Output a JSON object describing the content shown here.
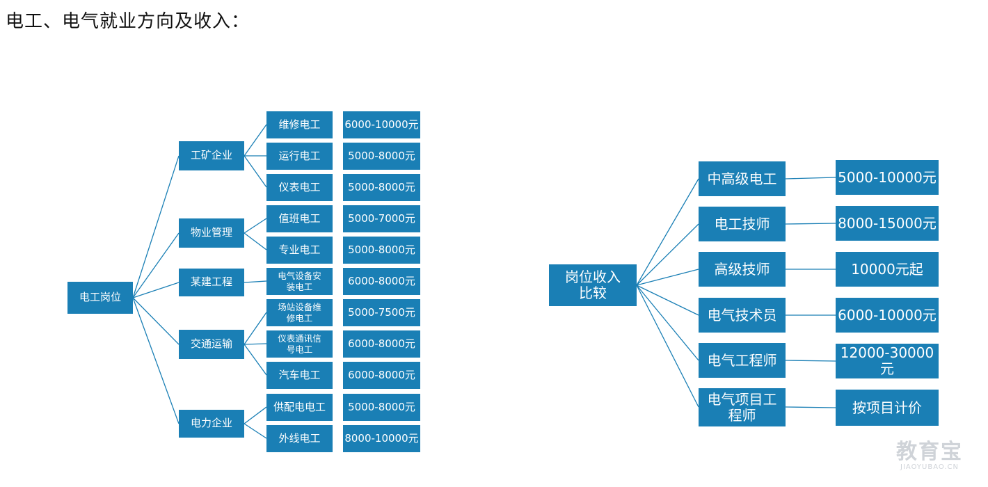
{
  "heading": "电工、电气就业方向及收入：",
  "left": {
    "root": "电工岗位",
    "l1": [
      "工矿企业",
      "物业管理",
      "某建工程",
      "交通运输",
      "电力企业"
    ],
    "l2": [
      "维修电工",
      "运行电工",
      "仪表电工",
      "值班电工",
      "专业电工",
      "电气设备安\n装电工",
      "场站设备维\n修电工",
      "仪表通讯信\n号电工",
      "汽车电工",
      "供配电电工",
      "外线电工"
    ],
    "income": [
      "6000-10000元",
      "5000-8000元",
      "5000-8000元",
      "5000-7000元",
      "5000-8000元",
      "6000-8000元",
      "5000-7500元",
      "6000-8000元",
      "6000-8000元",
      "5000-8000元",
      "8000-10000元"
    ]
  },
  "right": {
    "root": "岗位收入\n比较",
    "positions": [
      "中高级电工",
      "电工技师",
      "高级技师",
      "电气技术员",
      "电气工程师",
      "电气项目工\n程师"
    ],
    "income": [
      "5000-10000元",
      "8000-15000元",
      "10000元起",
      "6000-10000元",
      "12000-30000元",
      "按项目计价"
    ]
  },
  "watermark": {
    "main": "教育宝",
    "sub": "JIAOYUBAO.CN"
  },
  "colors": {
    "box": "#1a7fb5",
    "line": "#1a7fb5",
    "background": "#ffffff"
  }
}
